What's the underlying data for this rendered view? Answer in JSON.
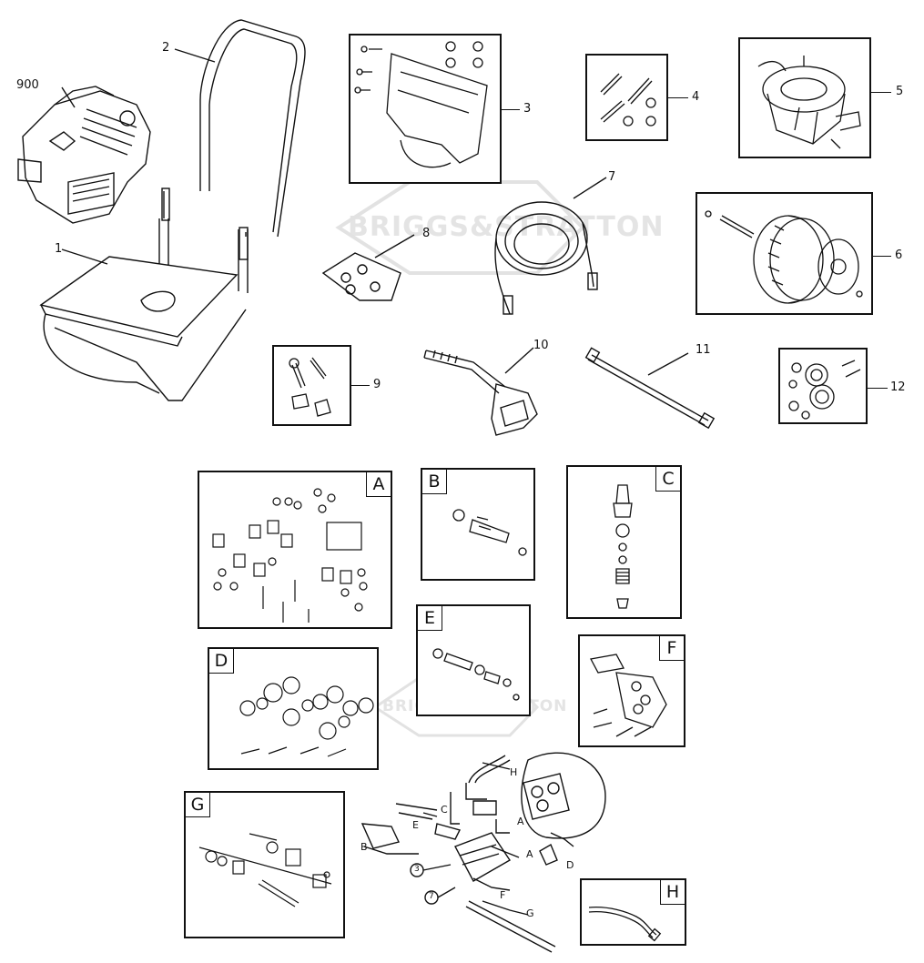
{
  "callouts": {
    "c900": "900",
    "c1": "1",
    "c2": "2",
    "c3": "3",
    "c4": "4",
    "c5": "5",
    "c6": "6",
    "c7": "7",
    "c8": "8",
    "c9": "9",
    "c10": "10",
    "c11": "11",
    "c12": "12"
  },
  "boxes": {
    "A": "A",
    "B": "B",
    "C": "C",
    "D": "D",
    "E": "E",
    "F": "F",
    "G": "G",
    "H": "H"
  },
  "assembly_labels": {
    "H": "H",
    "C": "C",
    "E": "E",
    "A1": "A",
    "A2": "A",
    "B": "B",
    "D": "D",
    "F": "F",
    "G": "G",
    "n3": "3",
    "n7": "7"
  },
  "watermark": {
    "top": "BRIGGS&STRATTON",
    "mid": "BRIGGS&STRATTON"
  },
  "part_icons": [
    "engine-icon",
    "frame-icon",
    "handle-icon",
    "bracket-icon",
    "bolt-kit-icon",
    "pump-icon",
    "wheel-icon",
    "hose-icon",
    "nozzle-bag-icon",
    "fastener-icon",
    "spray-gun-icon",
    "wand-icon",
    "bearing-icon"
  ]
}
